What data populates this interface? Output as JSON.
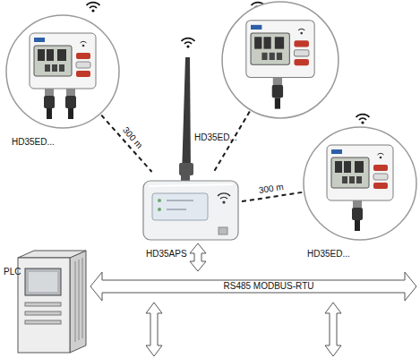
{
  "diagram": {
    "nodes": [
      {
        "text": [
          "HD35ED..."
        ]
      },
      {
        "text": [
          "HD35ED..."
        ]
      },
      {
        "text": [
          "HD35APS"
        ]
      },
      {
        "text": [
          "HD35ED..."
        ]
      },
      {
        "text": [
          "PLC"
        ]
      },
      {
        "text": [
          "RS485 MODBUS-RTU"
        ]
      }
    ],
    "edges": [
      {
        "from": 0,
        "to": 2,
        "label": "300 m",
        "arrow": "none"
      },
      {
        "from": 1,
        "to": 2,
        "arrow": "none"
      },
      {
        "from": 2,
        "to": 3,
        "label": "300 m",
        "arrow": "none"
      },
      {
        "from": 2,
        "to": 5,
        "arrow": "both"
      }
    ]
  }
}
